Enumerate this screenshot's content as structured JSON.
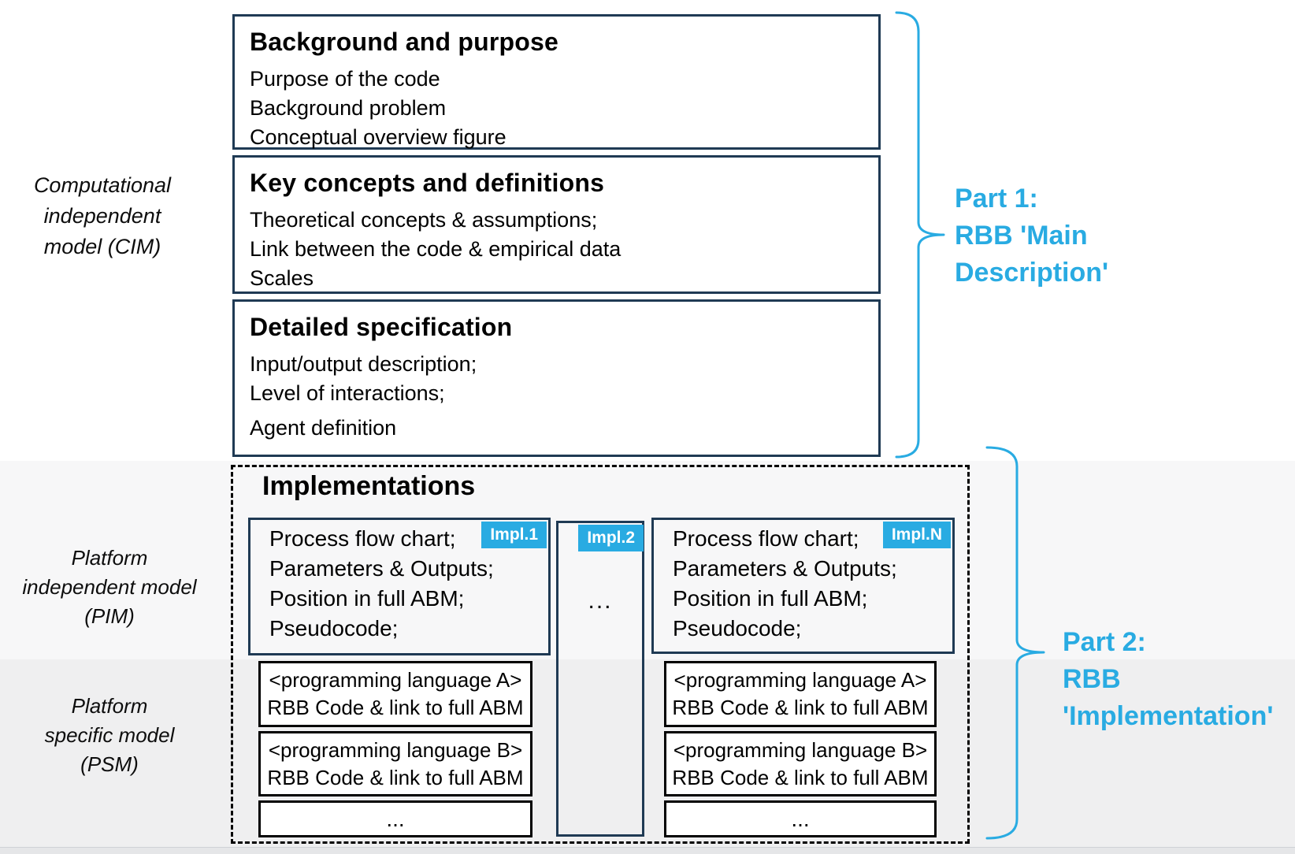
{
  "colors": {
    "accent_blue": "#29abe2",
    "navy_border": "#1f3a54",
    "psm_border": "#000000"
  },
  "side_labels": {
    "cim_line1": "Computational",
    "cim_line2": "independent",
    "cim_line3": "model (CIM)",
    "pim_line1": "Platform",
    "pim_line2": "independent model",
    "pim_line3": "(PIM)",
    "psm_line1": "Platform",
    "psm_line2": "specific model",
    "psm_line3": "(PSM)"
  },
  "main_boxes": [
    {
      "title": "Background and purpose",
      "items": [
        "Purpose of the code",
        "Background problem",
        "Conceptual overview figure"
      ]
    },
    {
      "title": "Key concepts and definitions",
      "items": [
        "Theoretical concepts & assumptions;",
        "Link between the code & empirical data",
        "Scales"
      ]
    },
    {
      "title": "Detailed specification",
      "items": [
        "Input/output description;",
        "Level of interactions;",
        "Agent definition"
      ]
    }
  ],
  "implementations": {
    "title": "Implementations",
    "impl_lines": [
      "Process flow chart;",
      "Parameters & Outputs;",
      "Position in full ABM;",
      "Pseudocode;"
    ],
    "badge_first": "Impl.1",
    "badge_middle": "Impl.2",
    "badge_last": "Impl.N",
    "ellipsis": "...",
    "psm_box_a_line1": "<programming language A>",
    "psm_box_a_line2": "RBB Code & link to full ABM",
    "psm_box_b_line1": "<programming language B>",
    "psm_box_b_line2": "RBB Code & link to full ABM"
  },
  "part1": {
    "line1": "Part 1:",
    "line2": "RBB 'Main",
    "line3": "Description'"
  },
  "part2": {
    "line1": "Part 2:",
    "line2": "RBB",
    "line3": "'Implementation'"
  }
}
